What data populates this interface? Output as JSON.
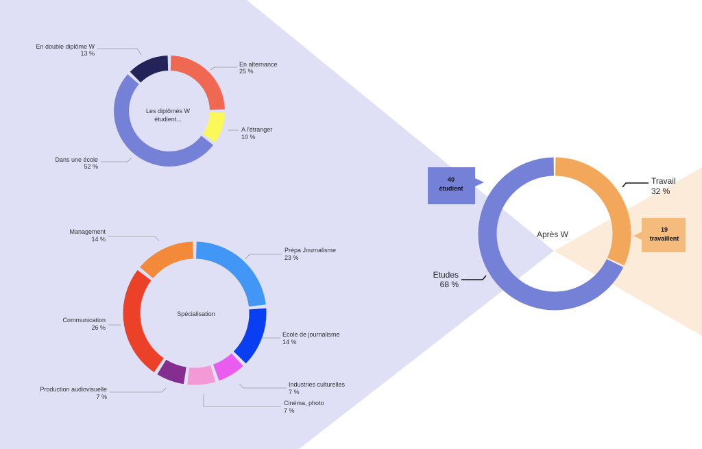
{
  "colors": {
    "blue_region": "#dfe0f6",
    "orange_region": "#fcebd9",
    "studies_blue": "#7581d6",
    "work_orange": "#f3a75a"
  },
  "chart_data": [
    {
      "type": "pie",
      "title": "Après W",
      "categories": [
        "Travail",
        "Etudes"
      ],
      "values": [
        32,
        68
      ],
      "value_labels": [
        "32 %",
        "68 %"
      ],
      "colors": [
        "#f3a75a",
        "#7581d6"
      ],
      "callouts": [
        {
          "line1": "40",
          "line2": "étudient"
        },
        {
          "line1": "19",
          "line2": "travaillent"
        }
      ]
    },
    {
      "type": "pie",
      "title_lines": [
        "Les diplômés W",
        "étudient..."
      ],
      "categories": [
        "En alternance",
        "A l'étranger",
        "Dans une école",
        "En double diplôme W"
      ],
      "values": [
        25,
        10,
        52,
        13
      ],
      "value_labels": [
        "25 %",
        "10 %",
        "52 %",
        "13 %"
      ],
      "colors": [
        "#ee6852",
        "#fbf85a",
        "#7581d6",
        "#23235a"
      ]
    },
    {
      "type": "pie",
      "title": "Spécialisation",
      "categories": [
        "Prépa Journalisme",
        "Ecole de journalisme",
        "Industries culturelles",
        "Cinéma, photo",
        "Production audiovisuelle",
        "Communication",
        "Management"
      ],
      "values": [
        23,
        14,
        7,
        7,
        7,
        26,
        14
      ],
      "value_labels": [
        "23 %",
        "14 %",
        "7 %",
        "7 %",
        "7 %",
        "26 %",
        "14 %"
      ],
      "colors": [
        "#4296f5",
        "#0a3ef2",
        "#ea5cf0",
        "#f39ad6",
        "#842e8f",
        "#ec4129",
        "#f28a3a"
      ]
    }
  ]
}
